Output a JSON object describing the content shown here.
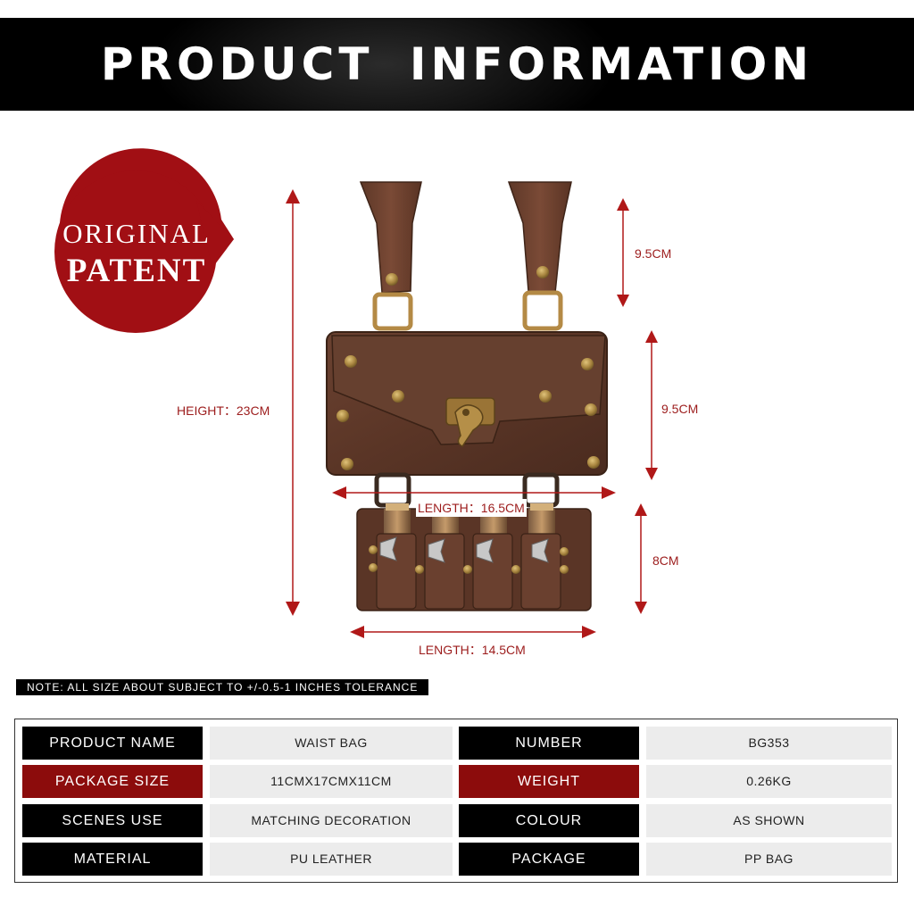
{
  "banner": {
    "title": "PRODUCT  INFORMATION"
  },
  "badge": {
    "line1": "ORIGINAL",
    "line2": "PATENT",
    "color": "#a10f14"
  },
  "dimensions": {
    "height_total": "HEIGHT：23CM",
    "strap_height": "9.5CM",
    "bag_height": "9.5CM",
    "bottle_height": "8CM",
    "bag_length": "LENGTH：16.5CM",
    "bottle_length": "LENGTH：14.5CM",
    "arrow_color": "#b01818"
  },
  "note": "NOTE: ALL SIZE ABOUT SUBJECT TO +/-0.5-1 INCHES TOLERANCE",
  "specs": [
    {
      "label1": "PRODUCT NAME",
      "value1": "WAIST BAG",
      "label2": "NUMBER",
      "value2": "BG353",
      "red": false
    },
    {
      "label1": "PACKAGE SIZE",
      "value1": "11CMX17CMX11CM",
      "label2": "WEIGHT",
      "value2": "0.26KG",
      "red": true
    },
    {
      "label1": "SCENES USE",
      "value1": "MATCHING DECORATION",
      "label2": "COLOUR",
      "value2": "AS SHOWN",
      "red": false
    },
    {
      "label1": "MATERIAL",
      "value1": "PU LEATHER",
      "label2": "PACKAGE",
      "value2": "PP BAG",
      "red": false
    }
  ]
}
